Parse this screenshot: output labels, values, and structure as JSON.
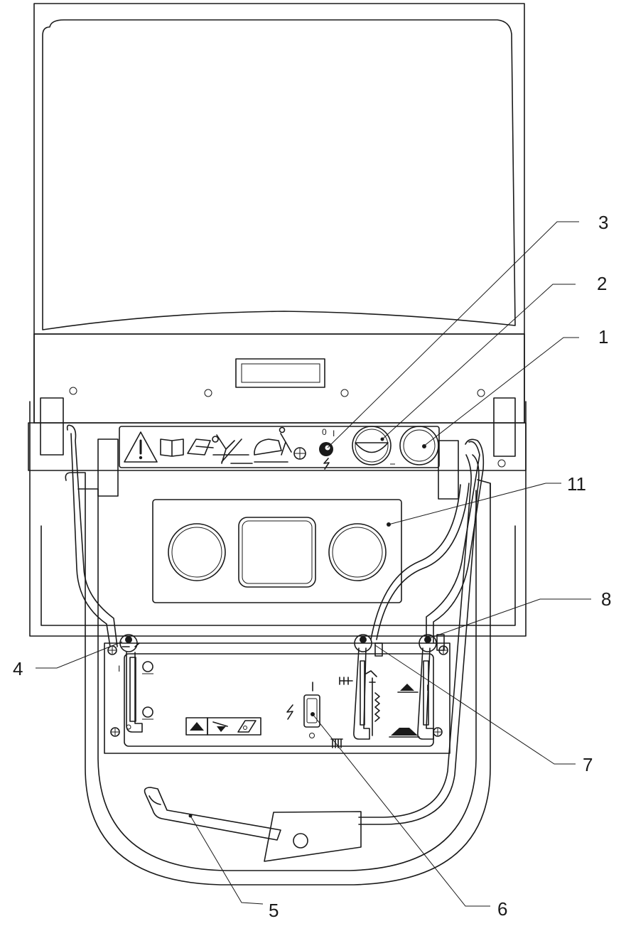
{
  "callouts": {
    "c1": "1",
    "c2": "2",
    "c3": "3",
    "c4": "4",
    "c5": "5",
    "c6": "6",
    "c7": "7",
    "c8": "8",
    "c11": "11"
  },
  "switch_labels": {
    "off": "0",
    "on": "I"
  },
  "icons": [
    "warning-triangle-icon",
    "manual-book-icon",
    "gloves-icon",
    "pinch-hazard-icon",
    "crush-hazard-icon",
    "ignition-icon",
    "gear-icon",
    "lightning-icon"
  ],
  "colors": {
    "line": "#1a1a1a",
    "background": "#ffffff"
  }
}
